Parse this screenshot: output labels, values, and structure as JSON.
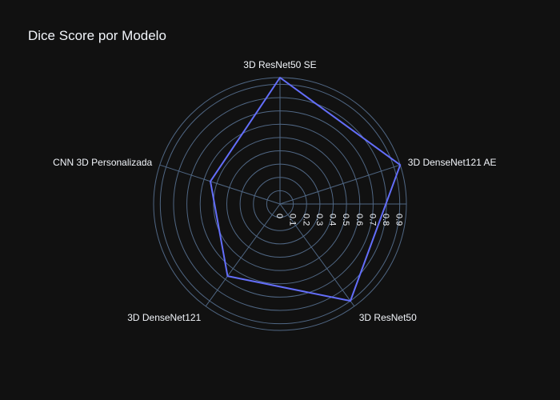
{
  "chart_data": {
    "type": "radar",
    "title": "Dice Score por Modelo",
    "categories": [
      "3D ResNet50 SE",
      "3D DenseNet121 AE",
      "3D ResNet50",
      "3D DenseNet121",
      "CNN 3D Personalizada"
    ],
    "series": [
      {
        "values": [
          0.95,
          0.95,
          0.9,
          0.67,
          0.55
        ]
      }
    ],
    "radial_range": [
      0,
      0.95
    ],
    "radial_ticks": [
      0,
      0.1,
      0.2,
      0.3,
      0.4,
      0.5,
      0.6,
      0.7,
      0.8,
      0.9
    ],
    "tick_labels": [
      "0",
      "0.1",
      "0.2",
      "0.3",
      "0.4",
      "0.5",
      "0.6",
      "0.7",
      "0.8",
      "0.9"
    ],
    "grid": true,
    "colors": {
      "background": "#111111",
      "grid": "#506784",
      "series": "#636efa",
      "text": "#f2f5fa"
    }
  }
}
